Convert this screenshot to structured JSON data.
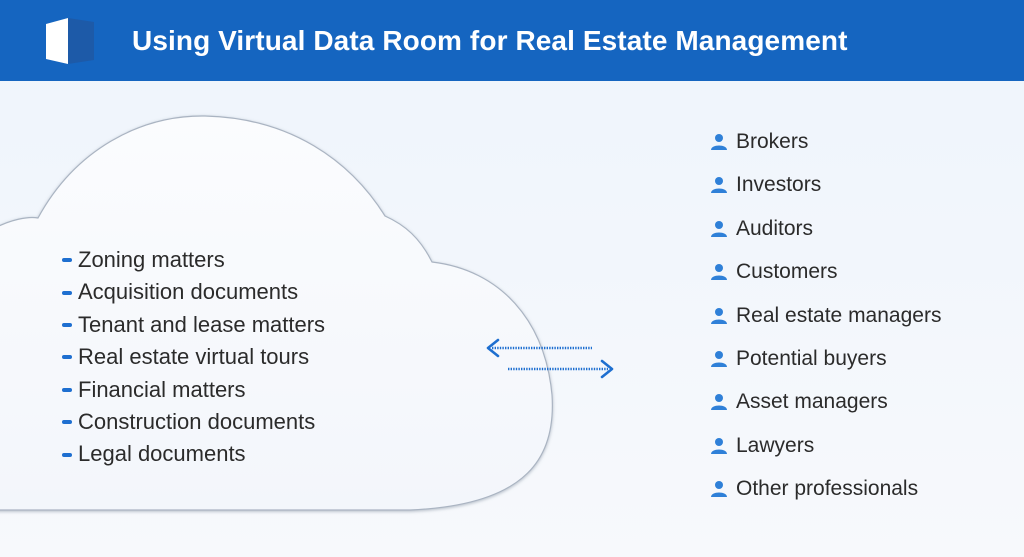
{
  "header": {
    "title": "Using Virtual Data Room for Real Estate Management",
    "logo_icon": "cube-logo-icon",
    "background_color": "#1565c0"
  },
  "documents": {
    "bullet_color": "#1e6fd0",
    "items": [
      "Zoning matters",
      "Acquisition documents",
      "Tenant and lease matters",
      "Real estate virtual tours",
      "Financial matters",
      "Construction documents",
      "Legal documents"
    ]
  },
  "exchange": {
    "icon": "bidirectional-arrows-icon",
    "color": "#1e6fd0"
  },
  "users": {
    "icon": "person-icon",
    "icon_color": "#2f80d8",
    "items": [
      "Brokers",
      "Investors",
      "Auditors",
      "Customers",
      "Real estate managers",
      "Potential buyers",
      "Asset managers",
      "Lawyers",
      "Other professionals"
    ]
  }
}
